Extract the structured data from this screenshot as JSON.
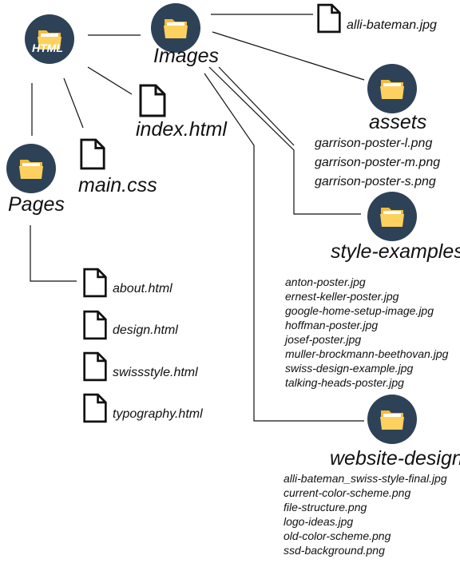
{
  "root": {
    "label": "HTML"
  },
  "folders": {
    "images": {
      "label": "Images"
    },
    "pages": {
      "label": "Pages"
    },
    "assets": {
      "label": "assets"
    },
    "style_examples": {
      "label": "style-examples"
    },
    "website_design": {
      "label": "website-design"
    }
  },
  "files": {
    "index": "index.html",
    "main_css": "main.css",
    "alli": "alli-bateman.jpg"
  },
  "pages_files": [
    "about.html",
    "design.html",
    "swissstyle.html",
    "typography.html"
  ],
  "assets_files": [
    "garrison-poster-l.png",
    "garrison-poster-m.png",
    "garrison-poster-s.png"
  ],
  "style_examples_files": [
    "anton-poster.jpg",
    "ernest-keller-poster.jpg",
    "google-home-setup-image.jpg",
    "hoffman-poster.jpg",
    "josef-poster.jpg",
    "muller-brockmann-beethovan.jpg",
    "swiss-design-example.jpg",
    "talking-heads-poster.jpg"
  ],
  "website_design_files": [
    "alli-bateman_swiss-style-final.jpg",
    "current-color-scheme.png",
    "file-structure.png",
    "logo-ideas.jpg",
    "old-color-scheme.png",
    "ssd-background.png"
  ],
  "colors": {
    "folder_circle": "#2e4257",
    "folder_body": "#fcd15f",
    "folder_tab": "#f3ba3f",
    "folder_paper": "#ffffff"
  }
}
